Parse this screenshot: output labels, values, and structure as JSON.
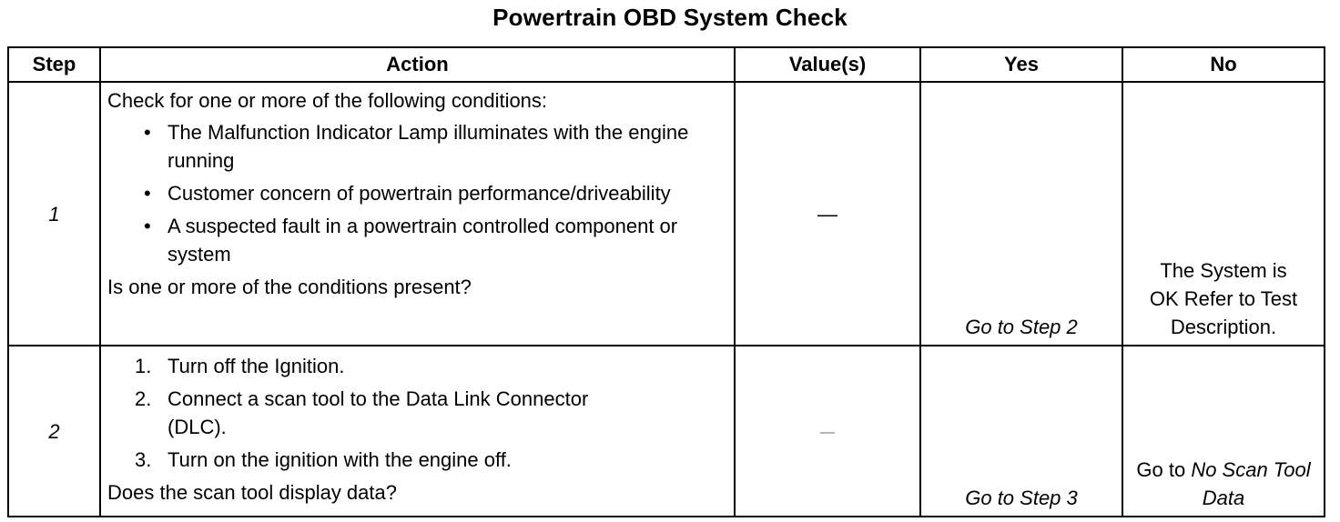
{
  "title": "Powertrain OBD System Check",
  "headers": {
    "step": "Step",
    "action": "Action",
    "values": "Value(s)",
    "yes": "Yes",
    "no": "No"
  },
  "rows": [
    {
      "step": "1",
      "action": {
        "intro": "Check for one or more of the following conditions:",
        "bullet_mark": "•",
        "bullets": [
          "The Malfunction Indicator Lamp illuminates with the engine running",
          "Customer concern of powertrain performance/driveability",
          "A suspected fault in a powertrain controlled component or system"
        ],
        "question": "Is one or more of the conditions present?"
      },
      "value": "—",
      "yes": "Go to Step 2",
      "no": {
        "line1": "The System is",
        "line2": "OK Refer to Test",
        "line3": "Description."
      }
    },
    {
      "step": "2",
      "action": {
        "items": [
          {
            "num": "1.",
            "text": "Turn off the Ignition."
          },
          {
            "num": "2.",
            "text": "Connect a scan tool to the Data Link Connector (DLC)."
          },
          {
            "num": "3.",
            "text": "Turn on the ignition with the engine off."
          }
        ],
        "question": "Does the scan tool display data?"
      },
      "value": "—",
      "yes": "Go to Step 3",
      "no": {
        "prefix": "Go to ",
        "link": "No Scan Tool Data"
      }
    }
  ]
}
